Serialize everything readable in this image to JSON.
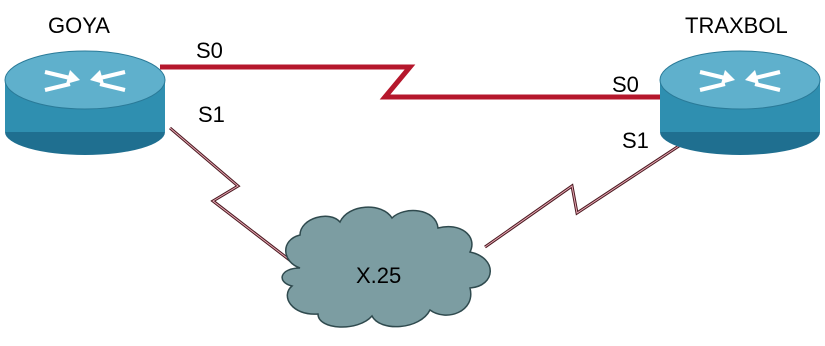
{
  "routers": {
    "left": {
      "name": "GOYA",
      "interfaces": [
        "S0",
        "S1"
      ]
    },
    "right": {
      "name": "TRAXBOL",
      "interfaces": [
        "S0",
        "S1"
      ]
    }
  },
  "network": {
    "label": "X.25"
  },
  "colors": {
    "router_body": "#2f8fb0",
    "router_top": "#5fb0cc",
    "cloud": "#7c9da2",
    "serial_link": "#b5172c",
    "serial_link_thin": "#c03a55"
  },
  "icons": [
    "router-icon",
    "router-icon",
    "cloud-icon"
  ]
}
